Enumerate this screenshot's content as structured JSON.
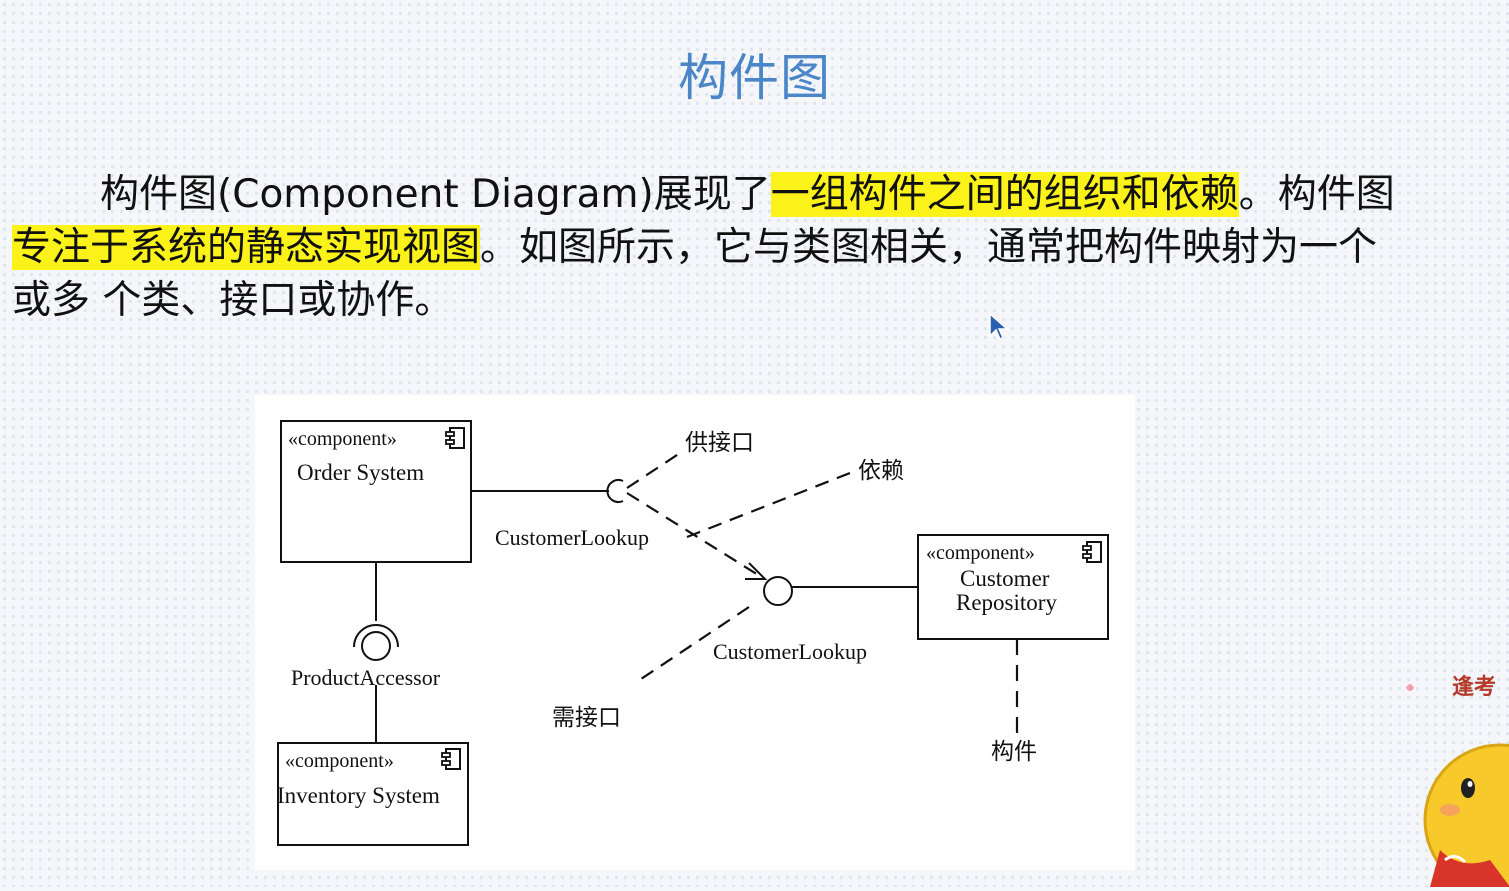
{
  "slide": {
    "title": "构件图",
    "paragraph": {
      "line1_a": "构件图(Component Diagram)展现了",
      "line1_hl": "一组构件之间的组织和依赖",
      "line1_b": "。构件图",
      "line2_hl": "专注于系统的静态实现视图",
      "line2_b": "。如图所示，它与类图相关，通常把构件映射为一个",
      "line3": "或多 个类、接口或协作。"
    }
  },
  "diagram": {
    "components": {
      "order_system": {
        "stereotype": "«component»",
        "name": "Order System"
      },
      "inventory_system": {
        "stereotype": "«component»",
        "name": "Inventory System"
      },
      "customer_repository": {
        "stereotype": "«component»",
        "name_line1": "Customer",
        "name_line2": "Repository"
      }
    },
    "labels": {
      "provided_interface": "供接口",
      "dependency": "依赖",
      "customer_lookup_upper": "CustomerLookup",
      "customer_lookup_lower": "CustomerLookup",
      "product_accessor": "ProductAccessor",
      "required_interface": "需接口",
      "component": "构件"
    }
  },
  "watermark": {
    "partial_text": "逢考"
  },
  "colors": {
    "title": "#4a86c8",
    "highlight": "#fbf21a"
  }
}
